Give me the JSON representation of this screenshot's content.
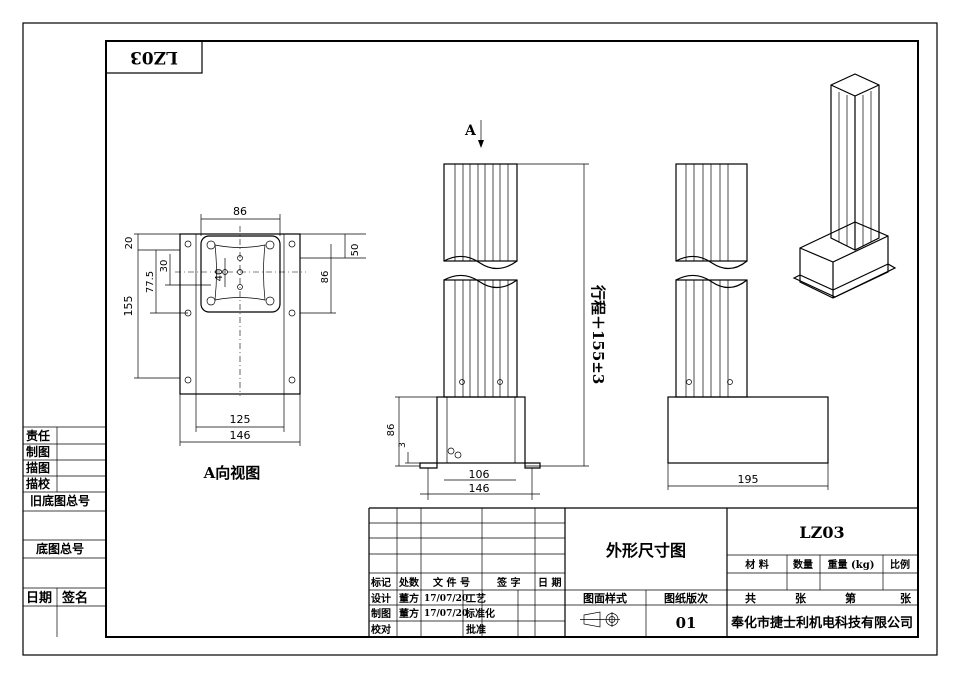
{
  "drawing_number_mirrored": "LZ03",
  "arrow_label": "A",
  "view_caption": "A向视图",
  "stroke_label": "行程＋155±3",
  "dims_topview": {
    "top_width": "86",
    "left_top": "20",
    "left_inner": "30",
    "left_mid": "77.5",
    "left_small": "40",
    "left_total": "155",
    "right_top": "50",
    "right_mid": "86",
    "bottom_inner": "125",
    "bottom_outer": "146"
  },
  "dims_front": {
    "height": "86",
    "small": "3",
    "inner": "106",
    "outer": "146"
  },
  "dims_side": {
    "width": "195"
  },
  "left_table": {
    "rows": [
      "责任",
      "制图",
      "描图",
      "描校",
      "旧底图总号",
      "底图总号"
    ],
    "date": "日期",
    "signature": "签名"
  },
  "title_block": {
    "drawing_title": "外形尺寸图",
    "drawing_no": "LZ03",
    "material": "材 料",
    "quantity": "数量",
    "weight": "重量 (kg)",
    "scale": "比例",
    "row_headers": [
      "标记",
      "处数",
      "文 件 号",
      "签 字",
      "日 期"
    ],
    "design_label": "设计",
    "design_name": "董方",
    "design_date": "17/07/20",
    "craft_label": "工艺",
    "draw_label": "制图",
    "draw_name": "董方",
    "draw_date": "17/07/20",
    "standard_label": "标准化",
    "check_label": "校对",
    "approve_label": "批准",
    "style_label": "图面样式",
    "version_label": "图纸版次",
    "version_value": "01",
    "total_sheets": "共",
    "sheet_unit": "张",
    "sheet_no": "第",
    "sheet_unit2": "张",
    "company": "奉化市捷士利机电科技有限公司"
  }
}
